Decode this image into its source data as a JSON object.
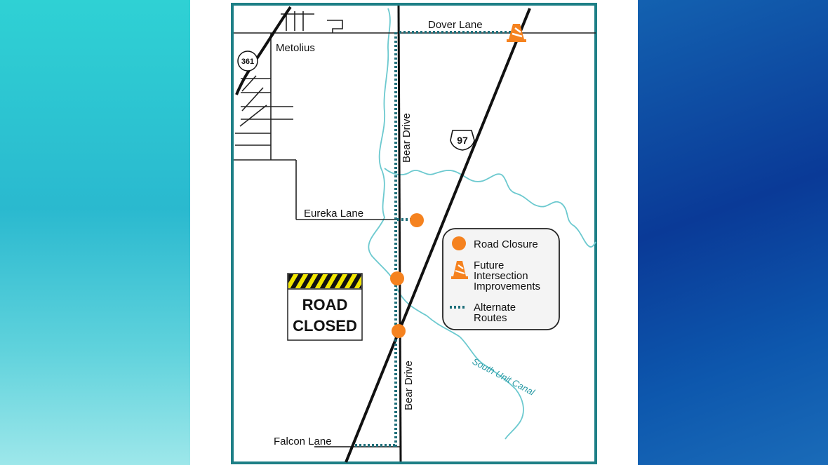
{
  "map": {
    "places": {
      "town": "Metolius",
      "dover_lane": "Dover Lane",
      "eureka_lane": "Eureka Lane",
      "falcon_lane": "Falcon Lane",
      "bear_drive_north": "Bear Drive",
      "bear_drive_south": "Bear Drive",
      "canal": "South Unit Canal"
    },
    "shields": {
      "hwy_361": "361",
      "us_97": "97"
    },
    "sign": {
      "line1": "ROAD",
      "line2": "CLOSED"
    },
    "legend": {
      "closure": "Road Closure",
      "improve1": "Future",
      "improve2": "Intersection",
      "improve3": "Improvements",
      "alt1": "Alternate",
      "alt2": "Routes"
    },
    "colors": {
      "closure": "#f5821f",
      "alternate_route": "#1f6f7a",
      "canal": "#6cc9cf",
      "frame": "#1d7f86",
      "left_background": "#2fd1d4",
      "right_background": "#0a3a97"
    },
    "icons": [
      "traffic-cone-icon",
      "road-closed-sign",
      "us-highway-shield",
      "state-highway-shield"
    ]
  }
}
